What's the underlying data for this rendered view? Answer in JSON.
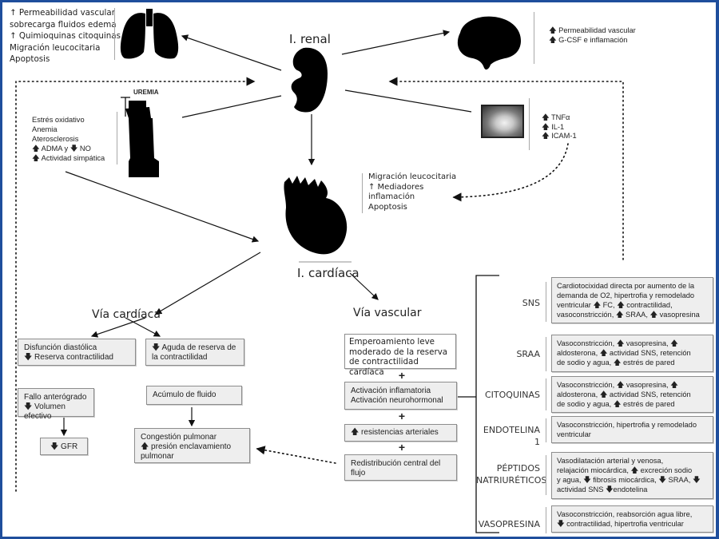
{
  "nodes": {
    "renal": {
      "title": "I. renal"
    },
    "cardiac": {
      "title": "I. cardíaca"
    },
    "lung": {
      "lines": "↑ Permeabilidad vascular\nsobrecarga fluidos edema\n↑ Quimioquinas citoquinas\nMigración leucocitaria\nApoptosis"
    },
    "brain": {
      "lines": "🡅 Permeabilidad vascular\n🡅 G-CSF e inflamación"
    },
    "uremia": {
      "label": "UREMIA",
      "lines": "Estrés oxidativo\nAnemia\nAterosclerosis\n🡅 ADMA y 🡇 NO\n🡅 Actividad simpática"
    },
    "endothelium": {
      "lines": "🡅 TNFα\n🡅 IL-1\n🡅 ICAM-1"
    },
    "heart_effects": {
      "lines": "Migración leucocitaria\n↑ Mediadores\ninflamación\nApoptosis"
    }
  },
  "cardiac_path": {
    "title": "Vía cardíaca",
    "boxes": [
      "Disfunción diastólica\n🡇 Reserva contractilidad",
      "🡇 Aguda de reserva de\nla contractilidad",
      "Fallo anterógrado\n🡇 Volumen efectivo",
      "Acúmulo de fluido",
      "🡇 GFR",
      "Congestión pulmonar\n🡅 presión enclavamiento\npulmonar"
    ]
  },
  "vascular_path": {
    "title": "Vía vascular",
    "boxes": [
      "Emperoamiento leve\nmoderado de la reserva\nde contractilidad cardíaca",
      "Activación inflamatoria\nActivación neurohormonal",
      "🡅 resistencias arteriales",
      "Redistribución central del\nflujo"
    ],
    "joiner": "+"
  },
  "mediators": [
    {
      "name": "SNS",
      "text": "Cardiotocixidad directa por aumento de la\ndemanda de O2, hipertrofia y remodelado\nventricular  🡅 FC, 🡅 contractilidad,\nvasoconstricción, 🡅 SRAA, 🡅 vasopresina"
    },
    {
      "name": "SRAA",
      "text": "Vasoconstricción, 🡅 vasopresina, 🡅\naldosterona, 🡅 actividad SNS, retención\nde sodio y agua, 🡅 estrés de pared"
    },
    {
      "name": "CITOQUINAS",
      "text": "Vasoconstricción, 🡅 vasopresina, 🡅\naldosterona, 🡅 actividad SNS, retención\nde sodio y agua, 🡅 estrés de pared"
    },
    {
      "name": "ENDOTELINA 1",
      "text": "Vasoconstricción, hipertrofia y remodelado\nventricular"
    },
    {
      "name": "PÉPTIDOS\nNATRIURÉTICOS",
      "text": "Vasodilatación arterial y venosa,\nrelajación miocárdica, 🡅 excreción sodio\ny agua, 🡇 fibrosis miocárdica, 🡇 SRAA, 🡇\nactividad SNS 🡇endotelina"
    },
    {
      "name": "VASOPRESINA",
      "text": "Vasoconstricción, reabsorción agua libre,\n🡇 contractilidad, hipertrofia ventricular"
    }
  ],
  "colors": {
    "frame": "#1f4e9c",
    "box_fill": "#eeeeee",
    "box_border": "#8d8d8d",
    "silhouette": "#000000"
  }
}
